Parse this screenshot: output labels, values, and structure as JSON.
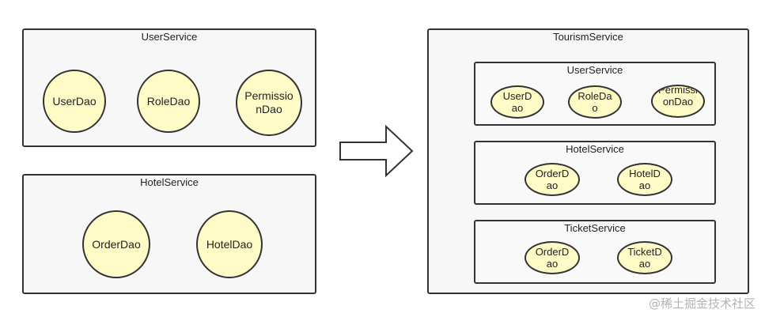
{
  "left": {
    "user_service": {
      "title": "UserService",
      "items": [
        "UserDao",
        "RoleDao",
        "PermissionDao"
      ]
    },
    "hotel_service": {
      "title": "HotelService",
      "items": [
        "OrderDao",
        "HotelDao"
      ]
    }
  },
  "right": {
    "title": "TourismService",
    "user_service": {
      "title": "UserService",
      "items": [
        "UserDao",
        "RoleDao",
        "PermissionDao"
      ]
    },
    "hotel_service": {
      "title": "HotelService",
      "items": [
        "OrderDao",
        "HotelDao"
      ]
    },
    "ticket_service": {
      "title": "TicketService",
      "items": [
        "OrderDao",
        "TicketDao"
      ]
    }
  },
  "watermark": "@稀土掘金技术社区",
  "colors": {
    "node_fill": "#fefbc6",
    "stroke": "#333333",
    "container_fill": "#f7f7f7"
  }
}
